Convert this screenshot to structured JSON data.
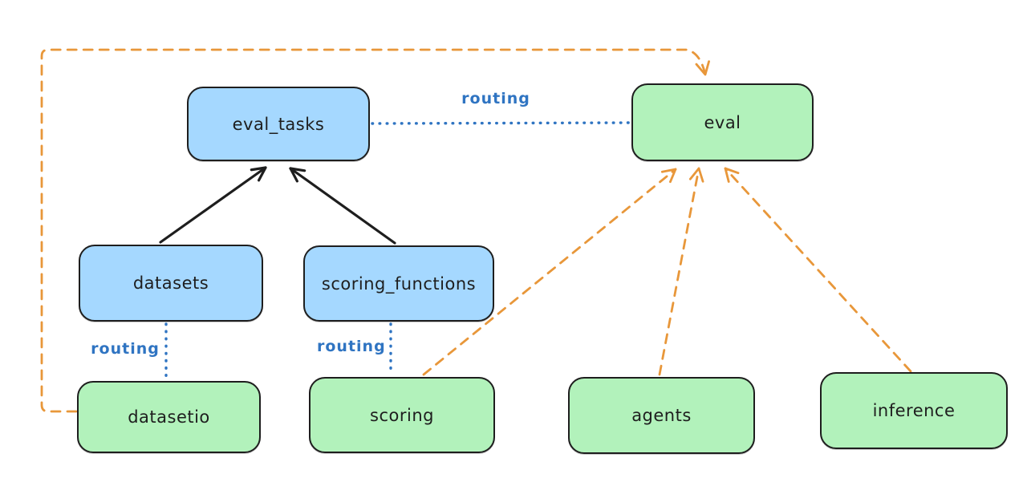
{
  "colors": {
    "canvas_bg": "#ffffff",
    "node_stroke": "#1e1e1e",
    "arrow_black": "#1e1e1e",
    "blue_node_fill": "#a5d8ff",
    "green_node_fill": "#b2f2bb",
    "routing_blue": "#2f74c2",
    "provider_orange": "#e8973a"
  },
  "diagram": {
    "nodes": [
      {
        "id": "eval_tasks",
        "label": "eval_tasks",
        "color": "blue"
      },
      {
        "id": "eval",
        "label": "eval",
        "color": "green"
      },
      {
        "id": "datasets",
        "label": "datasets",
        "color": "blue"
      },
      {
        "id": "scoring_functions",
        "label": "scoring_functions",
        "color": "blue"
      },
      {
        "id": "datasetio",
        "label": "datasetio",
        "color": "green"
      },
      {
        "id": "scoring",
        "label": "scoring",
        "color": "green"
      },
      {
        "id": "agents",
        "label": "agents",
        "color": "green"
      },
      {
        "id": "inference",
        "label": "inference",
        "color": "green"
      }
    ],
    "edges": [
      {
        "from": "datasets",
        "to": "eval_tasks",
        "style": "solid-black-arrow",
        "label": ""
      },
      {
        "from": "scoring_functions",
        "to": "eval_tasks",
        "style": "solid-black-arrow",
        "label": ""
      },
      {
        "from": "eval_tasks",
        "to": "eval",
        "style": "dotted-blue",
        "label": "routing"
      },
      {
        "from": "datasets",
        "to": "datasetio",
        "style": "dotted-blue",
        "label": "routing"
      },
      {
        "from": "scoring_functions",
        "to": "scoring",
        "style": "dotted-blue",
        "label": "routing"
      },
      {
        "from": "datasetio",
        "to": "eval",
        "style": "dashed-orange-arrow",
        "label": ""
      },
      {
        "from": "scoring",
        "to": "eval",
        "style": "dashed-orange-arrow",
        "label": ""
      },
      {
        "from": "agents",
        "to": "eval",
        "style": "dashed-orange-arrow",
        "label": ""
      },
      {
        "from": "inference",
        "to": "eval",
        "style": "dashed-orange-arrow",
        "label": ""
      }
    ]
  }
}
